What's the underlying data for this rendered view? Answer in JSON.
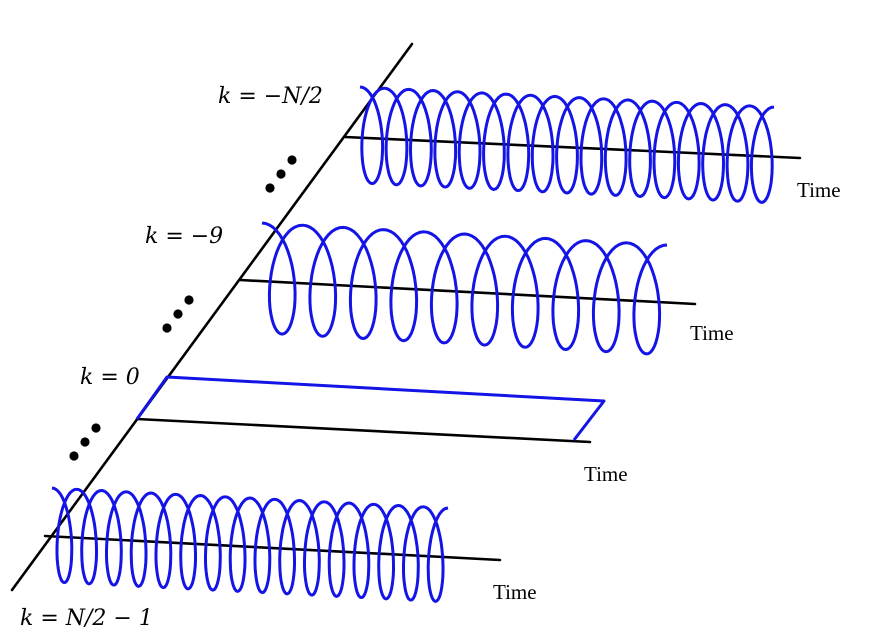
{
  "diagram": {
    "colors": {
      "signal": "#1414e6",
      "axis": "#000000",
      "background": "#ffffff"
    },
    "rows": [
      {
        "id": "k-neg-half",
        "k_label": "k = −N/2",
        "time_label": "Time",
        "waveform": "helix",
        "turns": 17
      },
      {
        "id": "k-neg-9",
        "k_label": "k = −9",
        "time_label": "Time",
        "waveform": "helix",
        "turns": 10
      },
      {
        "id": "k-zero",
        "k_label": "k = 0",
        "time_label": "Time",
        "waveform": "constant"
      },
      {
        "id": "k-half-minus-one",
        "k_label": "k = N/2 − 1",
        "time_label": "Time",
        "waveform": "helix",
        "turns": 16
      }
    ],
    "ellipsis_glyph": "dots"
  }
}
